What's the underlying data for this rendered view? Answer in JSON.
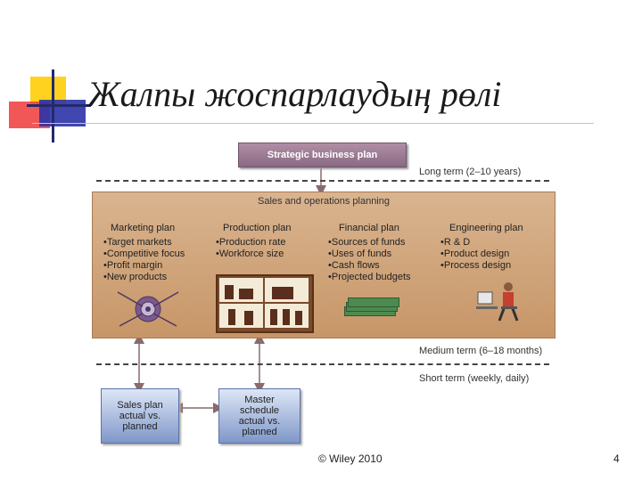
{
  "title": "Жалпы жоспарлаудың рөлі",
  "diagram": {
    "strategic_business_plan": "Strategic business plan",
    "long_term_label": "Long term (2–10 years)",
    "sop_title": "Sales and operations planning",
    "columns": [
      {
        "heading": "Marketing plan",
        "items": [
          "Target markets",
          "Competitive focus",
          "Profit margin",
          "New products"
        ]
      },
      {
        "heading": "Production plan",
        "items": [
          "Production rate",
          "Workforce size"
        ]
      },
      {
        "heading": "Financial plan",
        "items": [
          "Sources of funds",
          "Uses of funds",
          "Cash flows",
          "Projected budgets"
        ]
      },
      {
        "heading": "Engineering plan",
        "items": [
          "R & D",
          "Product design",
          "Process design"
        ]
      }
    ],
    "medium_term_label": "Medium term (6–18 months)",
    "short_term_label": "Short term (weekly, daily)",
    "sales_plan_box": [
      "Sales plan",
      "actual vs.",
      "planned"
    ],
    "master_schedule_box": [
      "Master",
      "schedule",
      "actual vs.",
      "planned"
    ]
  },
  "footer": {
    "copyright": "© Wiley 2010",
    "page_number": "4"
  },
  "colors": {
    "sop_fill": "#c99a6c",
    "strategic_fill": "#9b7b94",
    "box_blue": "#7f97c9"
  }
}
